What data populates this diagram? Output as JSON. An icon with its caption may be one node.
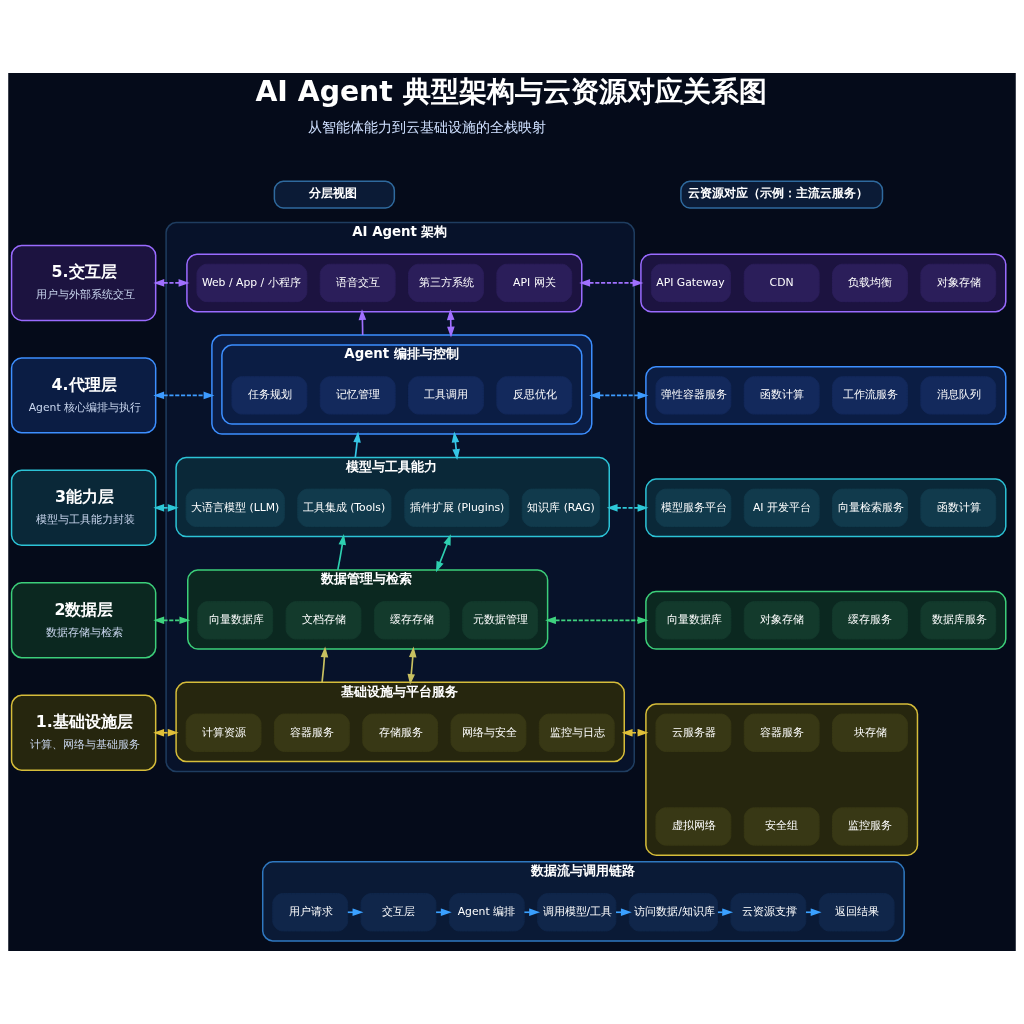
{
  "diagram": {
    "title": "AI Agent 典型架构与云资源对应关系图",
    "nodes": [
      {
        "text": [
          "分层视图"
        ]
      },
      {
        "text": [
          "AI Agent 架构"
        ]
      },
      {
        "text": [
          "云资源对应（示例：主流云服务）"
        ]
      },
      {
        "text": [
          "5.交互层",
          "用户与外部系统交互"
        ]
      },
      {
        "text": [],
        "shape": "box",
        "in": 1
      },
      {
        "text": [
          "Web / App / 小程序"
        ],
        "in": 4
      },
      {
        "text": [
          "语音交互"
        ],
        "in": 4
      },
      {
        "text": [
          "第三方系统"
        ],
        "in": 4
      },
      {
        "text": [
          "API 网关"
        ],
        "in": 4
      },
      {
        "text": [],
        "shape": "box"
      },
      {
        "text": [
          "API Gateway"
        ],
        "in": 9
      },
      {
        "text": [
          "CDN"
        ],
        "in": 9
      },
      {
        "text": [
          "负载均衡"
        ],
        "in": 9
      },
      {
        "text": [
          "对象存储"
        ],
        "in": 9
      },
      {
        "text": [
          "4.代理层",
          "Agent 核心编排与执行"
        ]
      },
      {
        "text": [],
        "shape": "box",
        "in": 1
      },
      {
        "text": [
          "Agent 编排与控制"
        ],
        "in": 15
      },
      {
        "text": [
          "任务规划"
        ],
        "in": 16
      },
      {
        "text": [
          "记忆管理"
        ],
        "in": 16
      },
      {
        "text": [
          "工具调用"
        ],
        "in": 16
      },
      {
        "text": [
          "反思优化"
        ],
        "in": 16
      },
      {
        "text": [],
        "shape": "box"
      },
      {
        "text": [
          "弹性容器服务"
        ],
        "in": 21
      },
      {
        "text": [
          "函数计算"
        ],
        "in": 21
      },
      {
        "text": [
          "工作流服务"
        ],
        "in": 21
      },
      {
        "text": [
          "消息队列"
        ],
        "in": 21
      },
      {
        "text": [
          "3能力层",
          "模型与工具能力封装"
        ]
      },
      {
        "text": [
          "模型与工具能力"
        ],
        "in": 1
      },
      {
        "text": [
          "大语言模型 (LLM)"
        ],
        "in": 27
      },
      {
        "text": [
          "工具集成 (Tools)"
        ],
        "in": 27
      },
      {
        "text": [
          "插件扩展 (Plugins)"
        ],
        "in": 27
      },
      {
        "text": [
          "知识库 (RAG)"
        ],
        "in": 27
      },
      {
        "text": [],
        "shape": "box"
      },
      {
        "text": [
          "模型服务平台"
        ],
        "in": 32
      },
      {
        "text": [
          "AI 开发平台"
        ],
        "in": 32
      },
      {
        "text": [
          "向量检索服务"
        ],
        "in": 32
      },
      {
        "text": [
          "函数计算"
        ],
        "in": 32
      },
      {
        "text": [
          "2数据层",
          "数据存储与检索"
        ]
      },
      {
        "text": [
          "数据管理与检索"
        ],
        "in": 1
      },
      {
        "text": [
          "向量数据库"
        ],
        "in": 38
      },
      {
        "text": [
          "文档存储"
        ],
        "in": 38
      },
      {
        "text": [
          "缓存存储"
        ],
        "in": 38
      },
      {
        "text": [
          "元数据管理"
        ],
        "in": 38
      },
      {
        "text": [],
        "shape": "box"
      },
      {
        "text": [
          "向量数据库"
        ],
        "in": 43
      },
      {
        "text": [
          "对象存储"
        ],
        "in": 43
      },
      {
        "text": [
          "缓存服务"
        ],
        "in": 43
      },
      {
        "text": [
          "数据库服务"
        ],
        "in": 43
      },
      {
        "text": [
          "1.基础设施层",
          "计算、网络与基础服务"
        ]
      },
      {
        "text": [
          "基础设施与平台服务"
        ],
        "in": 1
      },
      {
        "text": [
          "计算资源"
        ],
        "in": 49
      },
      {
        "text": [
          "容器服务"
        ],
        "in": 49
      },
      {
        "text": [
          "存储服务"
        ],
        "in": 49
      },
      {
        "text": [
          "网络与安全"
        ],
        "in": 49
      },
      {
        "text": [
          "监控与日志"
        ],
        "in": 49
      },
      {
        "text": [],
        "shape": "box"
      },
      {
        "text": [
          "云服务器"
        ],
        "in": 55
      },
      {
        "text": [
          "容器服务"
        ],
        "in": 55
      },
      {
        "text": [
          "块存储"
        ],
        "in": 55
      },
      {
        "text": [
          "虚拟网络"
        ],
        "in": 55
      },
      {
        "text": [
          "安全组"
        ],
        "in": 55
      },
      {
        "text": [
          "监控服务"
        ],
        "in": 55
      },
      {
        "text": [
          "数据流与调用链路"
        ]
      },
      {
        "text": [
          "用户请求"
        ],
        "in": 62
      },
      {
        "text": [
          "交互层"
        ],
        "in": 62
      },
      {
        "text": [
          "Agent 编排"
        ],
        "in": 62
      },
      {
        "text": [
          "调用模型/工具"
        ],
        "in": 62
      },
      {
        "text": [
          "访问数据/知识库"
        ],
        "in": 62
      },
      {
        "text": [
          "云资源支撑"
        ],
        "in": 62
      },
      {
        "text": [
          "返回结果"
        ],
        "in": 62
      }
    ],
    "edges": [
      {
        "from": 3,
        "to": 4,
        "arrow": "both",
        "style": "dashed",
        "color": "#a070ff"
      },
      {
        "from": 4,
        "to": 9,
        "arrow": "both",
        "style": "dashed",
        "color": "#a070ff"
      },
      {
        "from": 15,
        "to": 4,
        "arrow": "to",
        "color": "#a070ff"
      },
      {
        "from": 4,
        "to": 15,
        "arrow": "both",
        "color": "#a070ff"
      },
      {
        "from": 14,
        "to": 15,
        "arrow": "both",
        "style": "dashed",
        "color": "#3d9bff"
      },
      {
        "from": 15,
        "to": 21,
        "arrow": "both",
        "style": "dashed",
        "color": "#3d9bff"
      },
      {
        "from": 27,
        "to": 15,
        "arrow": "to",
        "color": "#36c6e6"
      },
      {
        "from": 15,
        "to": 27,
        "arrow": "both",
        "color": "#36c6e6"
      },
      {
        "from": 26,
        "to": 27,
        "arrow": "both",
        "style": "dashed",
        "color": "#2ec8d8"
      },
      {
        "from": 27,
        "to": 32,
        "arrow": "both",
        "style": "dashed",
        "color": "#2ec8d8"
      },
      {
        "from": 38,
        "to": 27,
        "arrow": "to",
        "color": "#2ecfb0"
      },
      {
        "from": 27,
        "to": 38,
        "arrow": "both",
        "color": "#2ecfb0"
      },
      {
        "from": 37,
        "to": 38,
        "arrow": "both",
        "style": "dashed",
        "color": "#3fd27f"
      },
      {
        "from": 38,
        "to": 43,
        "arrow": "both",
        "style": "dashed",
        "color": "#3fd27f"
      },
      {
        "from": 49,
        "to": 38,
        "arrow": "to",
        "color": "#c8c060"
      },
      {
        "from": 38,
        "to": 49,
        "arrow": "both",
        "color": "#c8c060"
      },
      {
        "from": 48,
        "to": 49,
        "arrow": "both",
        "style": "dashed",
        "color": "#e0c03a"
      },
      {
        "from": 49,
        "to": 55,
        "arrow": "both",
        "style": "dashed",
        "color": "#e0c03a"
      },
      {
        "from": 63,
        "to": 64,
        "arrow": "to",
        "color": "#3aa0ff"
      },
      {
        "from": 64,
        "to": 65,
        "arrow": "to",
        "color": "#3aa0ff"
      },
      {
        "from": 65,
        "to": 66,
        "arrow": "to",
        "color": "#3aa0ff"
      },
      {
        "from": 66,
        "to": 67,
        "arrow": "to",
        "color": "#3aa0ff"
      },
      {
        "from": 67,
        "to": 68,
        "arrow": "to",
        "color": "#3aa0ff"
      },
      {
        "from": 68,
        "to": 69,
        "arrow": "to",
        "color": "#3aa0ff"
      }
    ],
    "labels": [
      "从智能体能力到云基础设施的全栈映射"
    ]
  }
}
